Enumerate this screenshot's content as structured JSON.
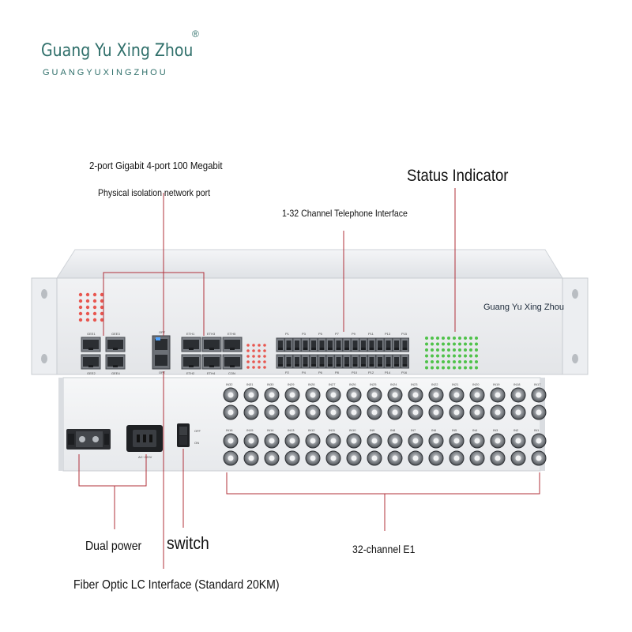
{
  "logo": {
    "main": "Guang Yu Xing Zhou",
    "sub": "GUANGYUXINGZHOU",
    "reg": "®"
  },
  "labels": {
    "network_line1": "2-port Gigabit 4-port 100 Megabit",
    "network_line2": "Physical isolation network port",
    "telephone": "1-32 Channel Telephone Interface",
    "status": "Status Indicator",
    "dual_power": "Dual power",
    "switch": "switch",
    "e1": "32-channel E1",
    "fiber": "Fiber Optic LC Interface (Standard 20KM)"
  },
  "device": {
    "brand": "Guang Yu Xing Zhou",
    "left_ports": [
      "GEE1",
      "GEE3",
      "GEE2",
      "GEE4"
    ],
    "sfp_top": "OPT",
    "sfp_bottom": "OPT",
    "eth_ports": [
      "ETH1",
      "ETH3",
      "ETH5",
      "ETH2",
      "ETH4",
      "CON"
    ],
    "phone_top": [
      "P1",
      "P3",
      "P5",
      "P7",
      "P9",
      "P11",
      "P13",
      "P15"
    ],
    "phone_bottom": [
      "P2",
      "P4",
      "P6",
      "P8",
      "P10",
      "P12",
      "P14",
      "P16"
    ],
    "power_rating": "AC~220V",
    "switch_off": "OFF",
    "switch_on": "ON",
    "bnc_top_labels": [
      "IN32",
      "IN31",
      "IN30",
      "IN29",
      "IN28",
      "IN27",
      "IN26",
      "IN25",
      "IN24",
      "IN23",
      "IN22",
      "IN21",
      "IN20",
      "IN19",
      "IN18",
      "IN17"
    ],
    "bnc_bottom_labels": [
      "IN16",
      "IN15",
      "IN14",
      "IN13",
      "IN12",
      "IN11",
      "IN10",
      "IN9",
      "IN8",
      "IN7",
      "IN6",
      "IN5",
      "IN4",
      "IN3",
      "IN2",
      "IN1"
    ]
  },
  "colors": {
    "logo": "#2f6f6a",
    "callout_line": "#b0303a",
    "chassis": "#e9ebee",
    "led_red": "#e8564f",
    "led_green": "#4fc24a"
  }
}
